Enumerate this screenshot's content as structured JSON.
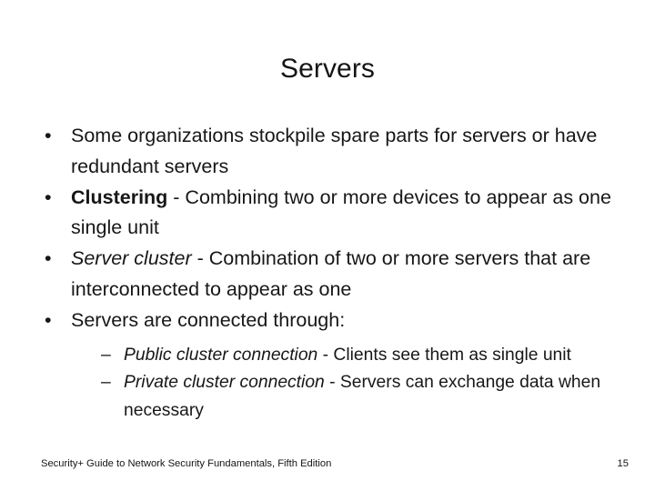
{
  "slide": {
    "title": "Servers",
    "bullet_marker": "•",
    "subbullet_marker": "–",
    "bullets": [
      {
        "lead": "",
        "lead_style": "none",
        "text": "Some organizations stockpile spare parts for servers or have redundant servers",
        "sub": []
      },
      {
        "lead": "Clustering",
        "lead_style": "bold",
        "text": " - Combining two or more devices to appear as one single unit",
        "sub": []
      },
      {
        "lead": "Server cluster",
        "lead_style": "italic",
        "text": " - Combination of two or more servers that are interconnected to appear as one",
        "sub": []
      },
      {
        "lead": "",
        "lead_style": "none",
        "text": "Servers are connected through:",
        "sub": [
          {
            "lead": "Public cluster connection",
            "lead_style": "italic",
            "text": " - Clients see them as single unit"
          },
          {
            "lead": "Private cluster connection",
            "lead_style": "italic",
            "text": " - Servers can exchange data when necessary"
          }
        ]
      }
    ],
    "footer": "Security+ Guide to Network Security Fundamentals, Fifth Edition",
    "page_number": "15",
    "colors": {
      "background": "#ffffff",
      "text": "#171717",
      "title": "#151515"
    }
  }
}
